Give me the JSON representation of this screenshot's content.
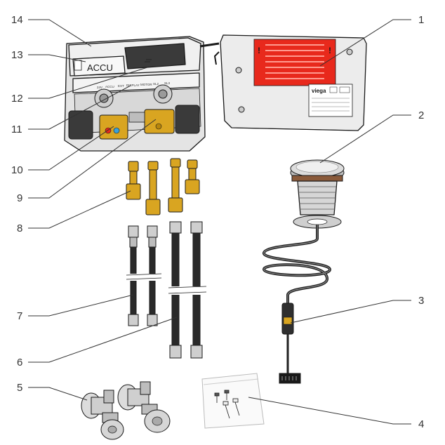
{
  "figure": {
    "callouts": [
      {
        "id": "c1",
        "label": "1"
      },
      {
        "id": "c2",
        "label": "2"
      },
      {
        "id": "c3",
        "label": "3"
      },
      {
        "id": "c4",
        "label": "4"
      },
      {
        "id": "c5",
        "label": "5"
      },
      {
        "id": "c6",
        "label": "6"
      },
      {
        "id": "c7",
        "label": "7"
      },
      {
        "id": "c8",
        "label": "8"
      },
      {
        "id": "c9",
        "label": "9"
      },
      {
        "id": "c10",
        "label": "10"
      },
      {
        "id": "c11",
        "label": "11"
      },
      {
        "id": "c12",
        "label": "12"
      },
      {
        "id": "c13",
        "label": "13"
      },
      {
        "id": "c14",
        "label": "14"
      }
    ],
    "unit_labels": {
      "accu": "ACCU",
      "brand": "viega",
      "board_marks": [
        "24V",
        "ACCU",
        "EXT",
        "DISPLAY",
        "MOTOR",
        "SL2",
        "SL3"
      ]
    },
    "colors": {
      "cover_grey": "#ececec",
      "warning_red": "#e8291c",
      "brass": "#d9a521",
      "hose_black": "#2a2a2a"
    }
  }
}
